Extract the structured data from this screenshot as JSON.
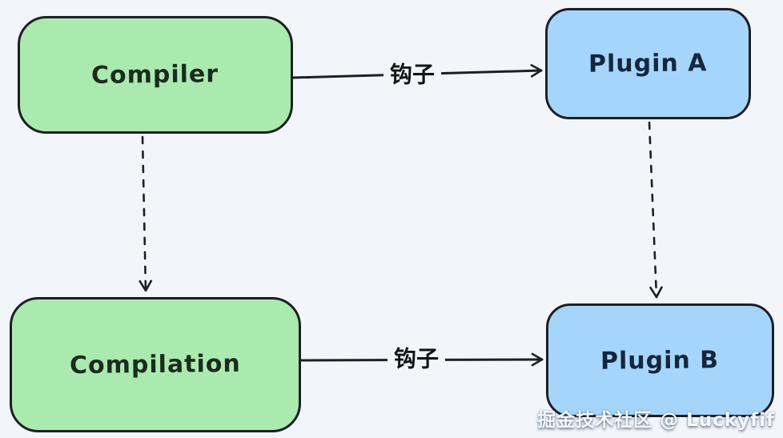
{
  "page": {
    "background_color": "#f2f6fb",
    "stroke_color": "#1e1f24"
  },
  "nodes": [
    {
      "id": "compiler",
      "label": "Compiler",
      "fill": "#aaeaaf"
    },
    {
      "id": "plugin-a",
      "label": "Plugin A",
      "fill": "#a6d5fb"
    },
    {
      "id": "compilation",
      "label": "Compilation",
      "fill": "#aaeaaf"
    },
    {
      "id": "plugin-b",
      "label": "Plugin B",
      "fill": "#a6d5fb"
    }
  ],
  "edges": [
    {
      "from": "compiler",
      "to": "plugin-a",
      "label": "钩子",
      "style": "solid"
    },
    {
      "from": "compilation",
      "to": "plugin-b",
      "label": "钩子",
      "style": "solid"
    },
    {
      "from": "compiler",
      "to": "compilation",
      "label": "",
      "style": "dashed"
    },
    {
      "from": "plugin-a",
      "to": "plugin-b",
      "label": "",
      "style": "dashed"
    }
  ],
  "watermark": {
    "text": "掘金技术社区 @ Luckyfif"
  }
}
